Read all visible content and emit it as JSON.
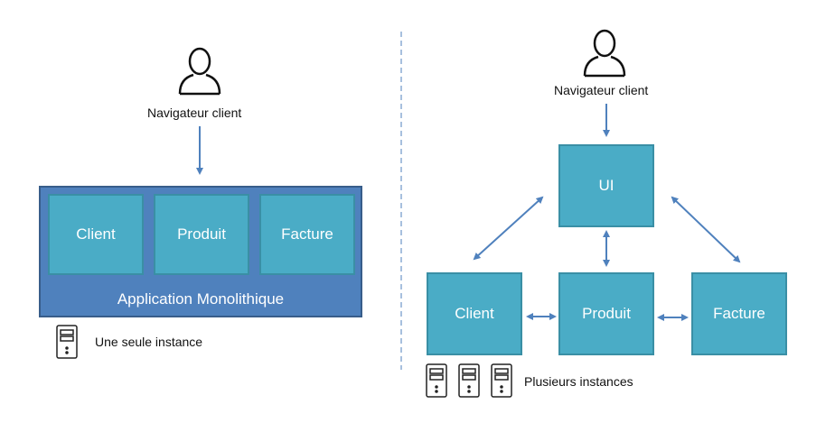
{
  "monolith": {
    "browser_label": "Navigateur client",
    "app_label": "Application Monolithique",
    "modules": [
      "Client",
      "Produit",
      "Facture"
    ],
    "instance_label": "Une seule instance"
  },
  "microservices": {
    "browser_label": "Navigateur client",
    "ui_label": "UI",
    "services": [
      "Client",
      "Produit",
      "Facture"
    ],
    "instance_label": "Plusieurs instances"
  },
  "colors": {
    "box_fill": "#4aacc6",
    "box_border": "#3a8fa5",
    "monolith_fill": "#4f81bd",
    "arrow": "#4f81bd",
    "divider": "#4f81bd"
  },
  "icons": [
    "user-icon",
    "server-icon"
  ]
}
